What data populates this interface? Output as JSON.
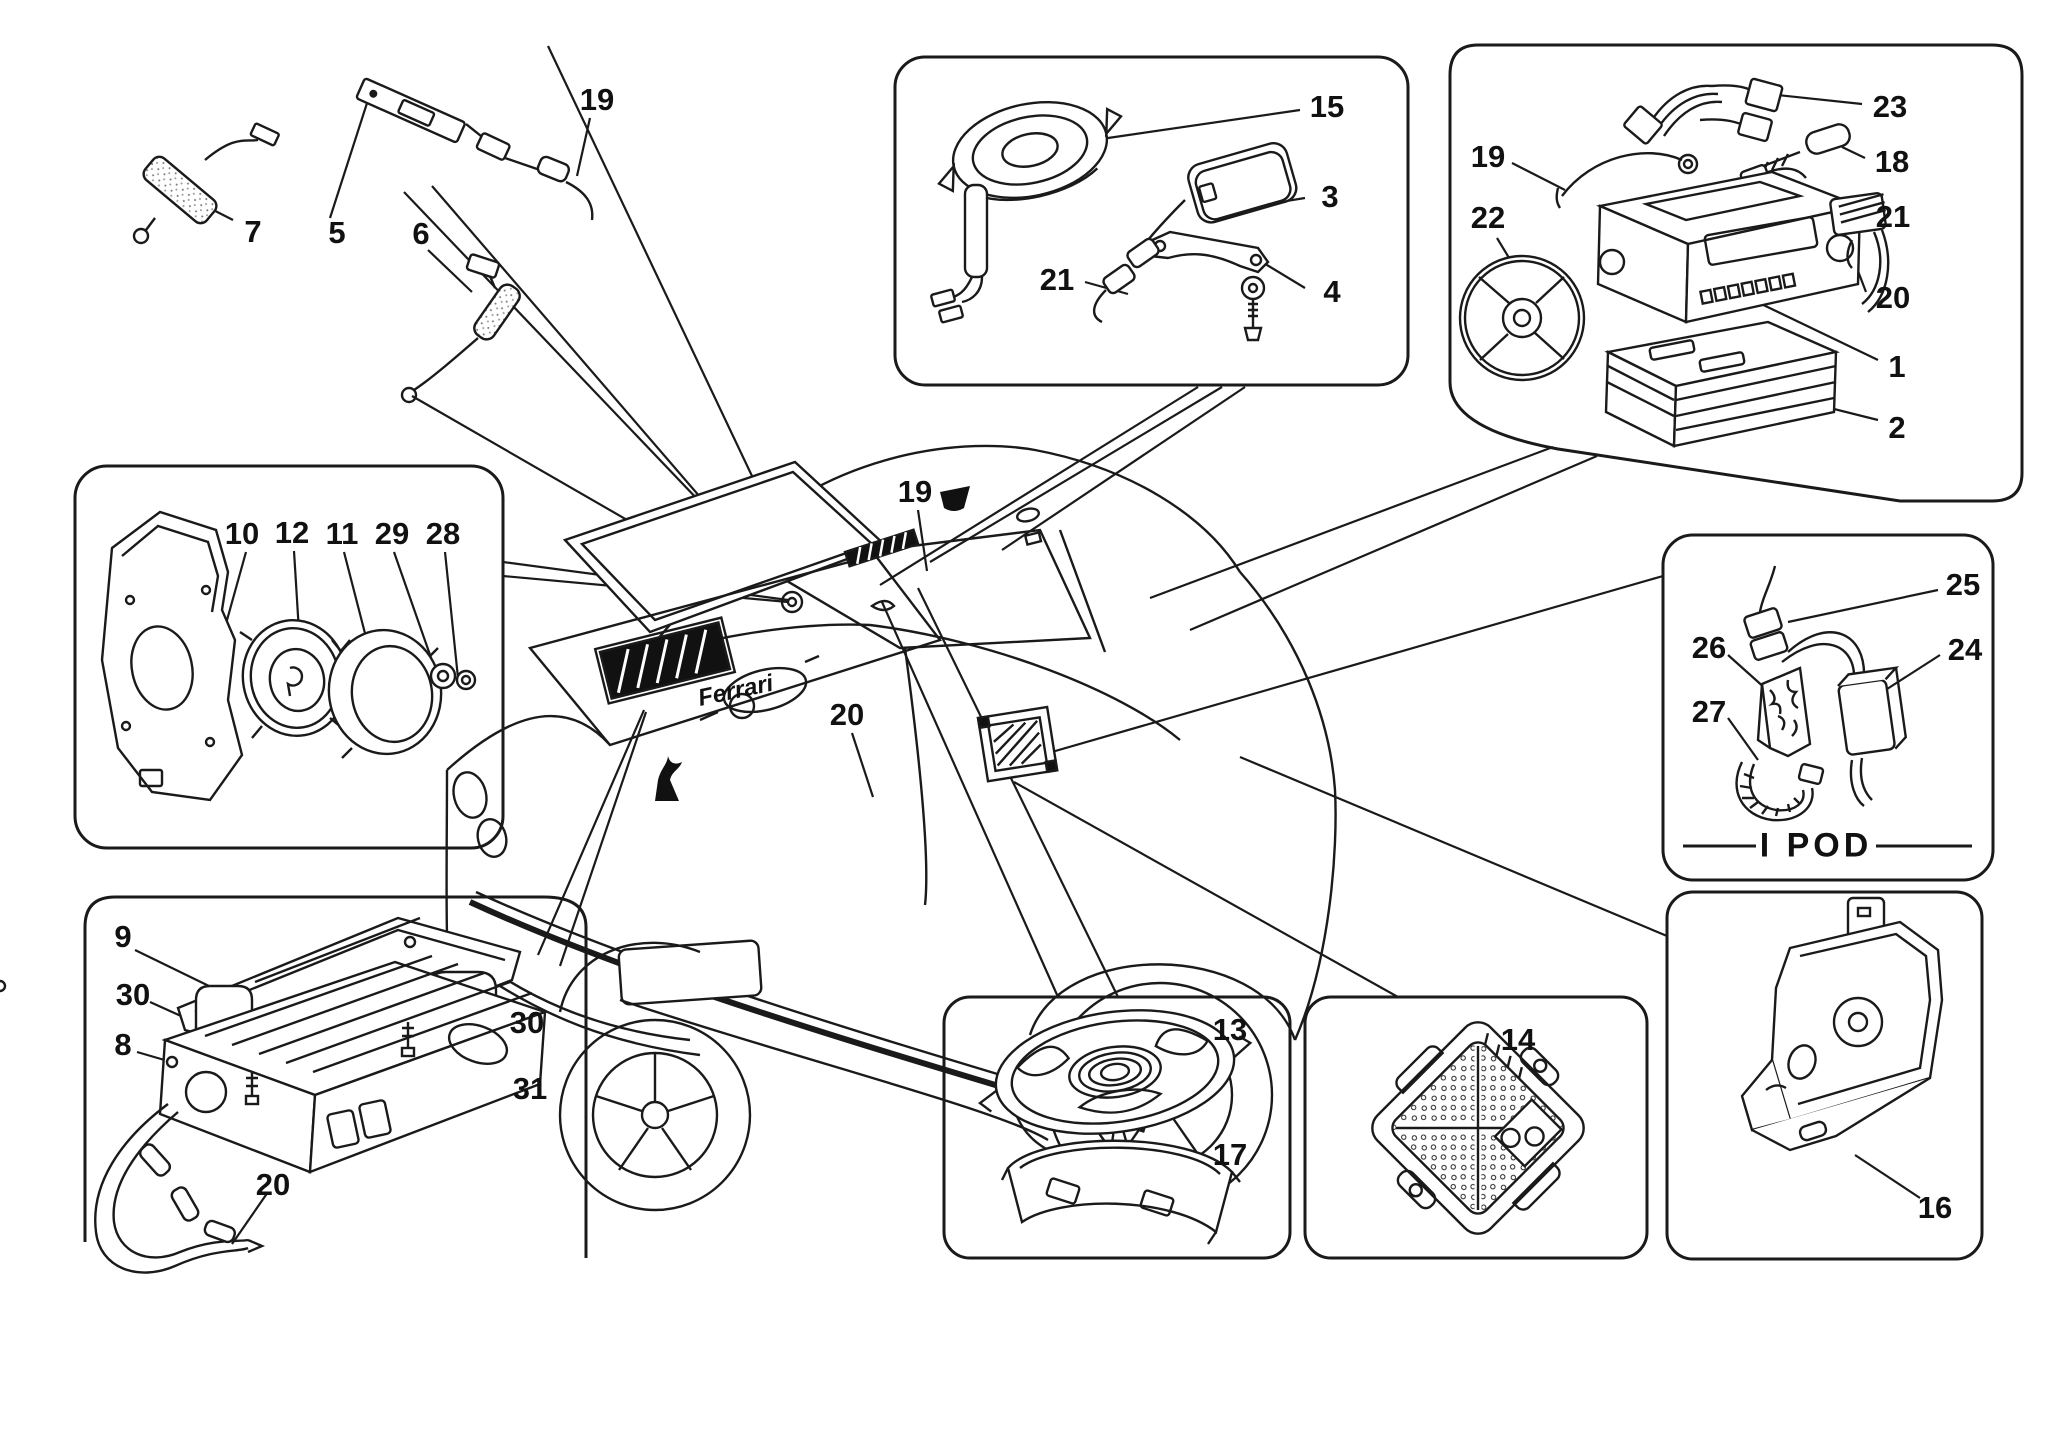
{
  "ipod_label": "I POD",
  "badge": "Ferrari",
  "colors": {
    "ink": "#1a1a1a",
    "background": "#ffffff"
  },
  "callouts": {
    "c7": "7",
    "c5": "5",
    "c6": "6",
    "c19_topleft": "19",
    "c15": "15",
    "c3": "3",
    "c21_shelf": "21",
    "c4": "4",
    "c23": "23",
    "c18": "18",
    "c19_radio": "19",
    "c21_radio": "21",
    "c22": "22",
    "c20_radio": "20",
    "c1": "1",
    "c2": "2",
    "c10": "10",
    "c12": "12",
    "c11": "11",
    "c29": "29",
    "c28": "28",
    "c19_car": "19",
    "c20_car": "20",
    "c25": "25",
    "c26": "26",
    "c24": "24",
    "c27": "27",
    "c9": "9",
    "c30_left": "30",
    "c8": "8",
    "c30_right": "30",
    "c31": "31",
    "c20_amp": "20",
    "c13": "13",
    "c17": "17",
    "c14": "14",
    "c16": "16"
  }
}
